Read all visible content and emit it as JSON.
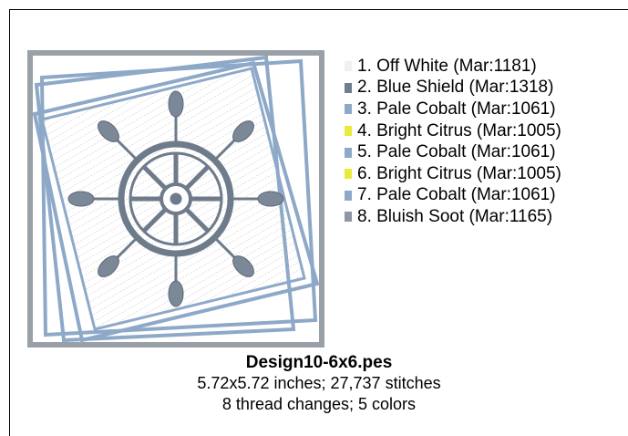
{
  "design": {
    "file_name": "Design10-6x6.pes",
    "dimensions_stitches": "5.72x5.72 inches; 27,737 stitches",
    "thread_summary": "8 thread changes; 5 colors",
    "image_name": "ship-wheel-embroidery"
  },
  "threads": [
    {
      "label": "1.  Off White (Mar:1181)",
      "color": "#f0f0ec"
    },
    {
      "label": "2.  Blue Shield (Mar:1318)",
      "color": "#6f7e8e"
    },
    {
      "label": "3.  Pale Cobalt (Mar:1061)",
      "color": "#8ea9c8"
    },
    {
      "label": "4.  Bright Citrus (Mar:1005)",
      "color": "#eaea3a"
    },
    {
      "label": "5.  Pale Cobalt (Mar:1061)",
      "color": "#8ea9c8"
    },
    {
      "label": "6.  Bright Citrus (Mar:1005)",
      "color": "#eaea3a"
    },
    {
      "label": "7.  Pale Cobalt (Mar:1061)",
      "color": "#8ea9c8"
    },
    {
      "label": "8.  Bluish Soot (Mar:1165)",
      "color": "#8f97a2"
    }
  ]
}
